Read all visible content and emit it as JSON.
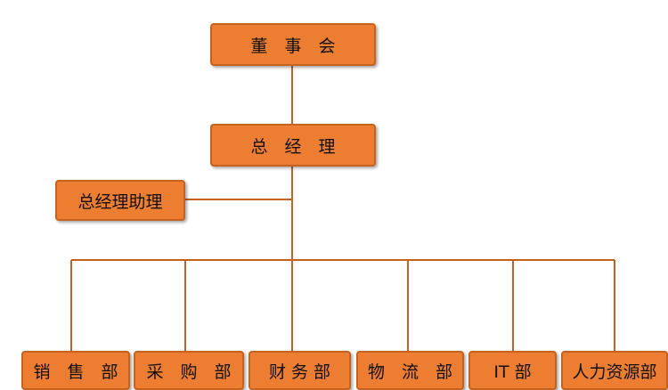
{
  "org_chart": {
    "board": "董　事　会",
    "ceo": "总　经　理",
    "assistant": "总经理助理",
    "departments": [
      "销　售　部",
      "采　购　部",
      "财 务 部",
      "物　流　部",
      "IT 部",
      "人力资源部"
    ]
  },
  "colors": {
    "box_fill": "#ed7d31",
    "box_border": "#c5621f",
    "line": "#c5621f",
    "text": "#111111"
  }
}
